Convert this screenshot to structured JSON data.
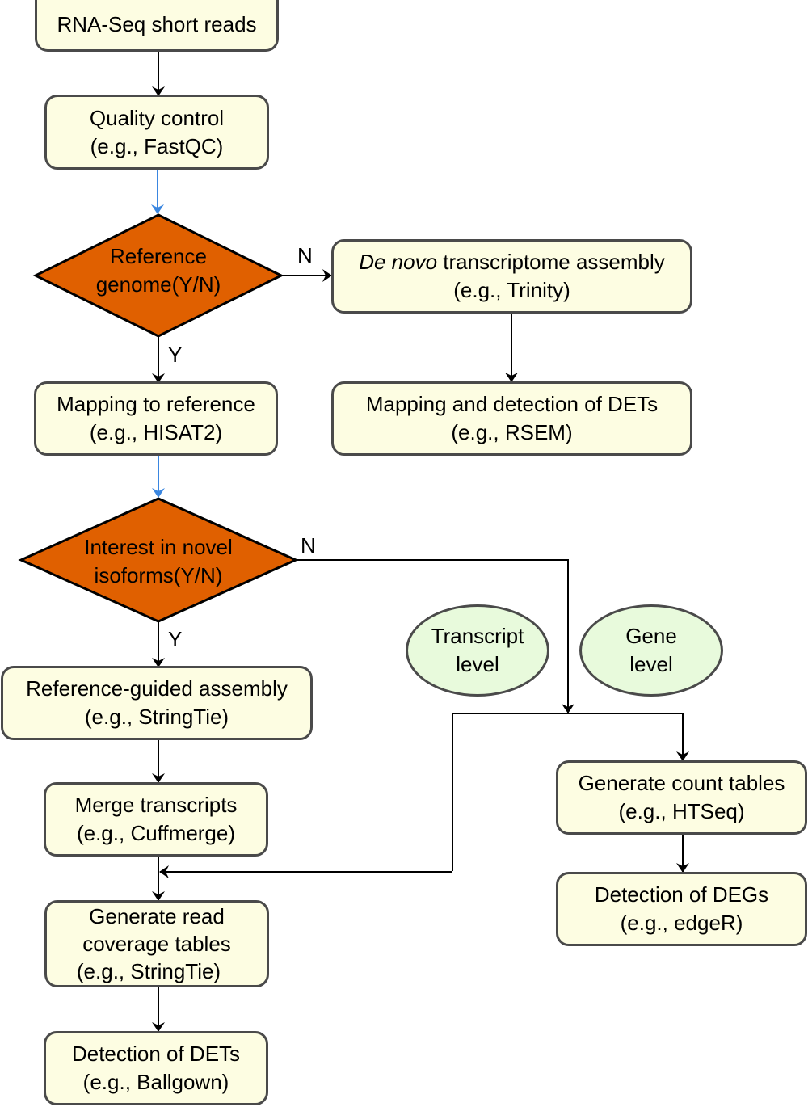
{
  "colors": {
    "box_fill": "#fdfde2",
    "box_stroke": "#4a4a4a",
    "decision_fill": "#e06000",
    "ellipse_fill": "#e8fadc",
    "arrow_black": "#000000",
    "arrow_blue": "#3a86e0"
  },
  "nodes": {
    "rnaseq": {
      "line1": "RNA-Seq short reads"
    },
    "qc": {
      "line1": "Quality control",
      "line2": "(e.g., FastQC)"
    },
    "ref_decision": {
      "line1": "Reference",
      "line2": "genome(Y/N)"
    },
    "denovo": {
      "italic": "De novo",
      "rest": " transcriptome assembly",
      "line2": "(e.g., Trinity)"
    },
    "map_detect": {
      "line1": "Mapping and detection of DETs",
      "line2": "(e.g., RSEM)"
    },
    "mapping": {
      "line1": "Mapping to reference",
      "line2": "(e.g., HISAT2)"
    },
    "isoform_decision": {
      "line1": "Interest in novel",
      "line2": "isoforms(Y/N)"
    },
    "refguided": {
      "line1": "Reference-guided assembly",
      "line2": "(e.g., StringTie)"
    },
    "merge": {
      "line1": "Merge transcripts",
      "line2": "(e.g., Cuffmerge)"
    },
    "coverage": {
      "line1": "Generate read",
      "line2": "coverage tables",
      "line3": "(e.g., StringTie)"
    },
    "dets": {
      "line1": "Detection of DETs",
      "line2": "(e.g., Ballgown)"
    },
    "count": {
      "line1": "Generate count tables",
      "line2": "(e.g., HTSeq)"
    },
    "degs": {
      "line1": "Detection of DEGs",
      "line2": "(e.g., edgeR)"
    },
    "transcript_level": {
      "line1": "Transcript",
      "line2": "level"
    },
    "gene_level": {
      "line1": "Gene",
      "line2": "level"
    }
  },
  "edge_labels": {
    "ref_no": "N",
    "ref_yes": "Y",
    "iso_no": "N",
    "iso_yes": "Y"
  }
}
